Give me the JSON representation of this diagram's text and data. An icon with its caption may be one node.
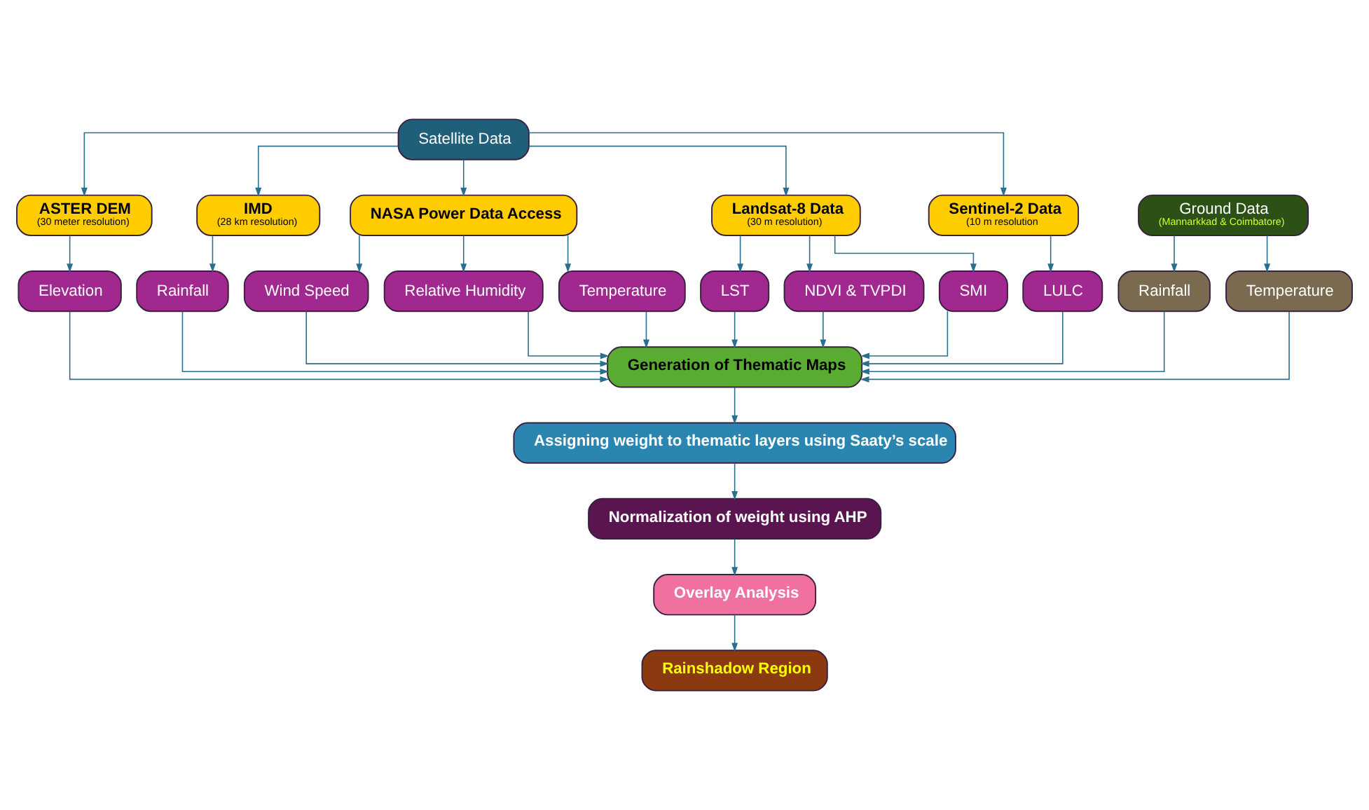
{
  "diagram": {
    "nodes": [
      {
        "text": [
          "Satellite Data"
        ]
      },
      {
        "text": [
          "Ground Data",
          "(Mannarkkad & Coimbatore)"
        ]
      },
      {
        "text": [
          "ASTER DEM",
          "(30 meter resolution)"
        ]
      },
      {
        "text": [
          "IMD",
          "(28 km resolution)"
        ]
      },
      {
        "text": [
          "NASA Power Data Access"
        ]
      },
      {
        "text": [
          "Landsat-8 Data",
          "(30 m resolution)"
        ]
      },
      {
        "text": [
          "Sentinel-2 Data",
          "(10 m resolution"
        ]
      },
      {
        "text": [
          "Rainfall"
        ]
      },
      {
        "text": [
          "Temperature"
        ]
      },
      {
        "text": [
          "Elevation"
        ]
      },
      {
        "text": [
          "Rainfall"
        ]
      },
      {
        "text": [
          "Wind Speed"
        ]
      },
      {
        "text": [
          "Relative Humidity"
        ]
      },
      {
        "text": [
          "Temperature"
        ]
      },
      {
        "text": [
          "LST"
        ]
      },
      {
        "text": [
          "NDVI & TVPDI"
        ]
      },
      {
        "text": [
          "SMI"
        ]
      },
      {
        "text": [
          "LULC"
        ]
      },
      {
        "text": [
          "Generation of Thematic Maps"
        ]
      },
      {
        "text": [
          "Assigning weight to thematic layers using Saaty’s scale"
        ]
      },
      {
        "text": [
          "Normalization of weight using AHP"
        ]
      },
      {
        "text": [
          "Overlay Analysis"
        ]
      },
      {
        "text": [
          "Rainshadow Region"
        ]
      }
    ],
    "edges": [
      {
        "from": 0,
        "to": 2,
        "arrow": "to"
      },
      {
        "from": 0,
        "to": 3,
        "arrow": "to"
      },
      {
        "from": 0,
        "to": 4,
        "arrow": "to"
      },
      {
        "from": 0,
        "to": 5,
        "arrow": "to"
      },
      {
        "from": 0,
        "to": 6,
        "arrow": "to"
      },
      {
        "from": 1,
        "to": 7,
        "arrow": "to"
      },
      {
        "from": 1,
        "to": 8,
        "arrow": "to"
      },
      {
        "from": 2,
        "to": 9,
        "arrow": "to"
      },
      {
        "from": 3,
        "to": 10,
        "arrow": "to"
      },
      {
        "from": 4,
        "to": 11,
        "arrow": "to"
      },
      {
        "from": 4,
        "to": 12,
        "arrow": "to"
      },
      {
        "from": 4,
        "to": 13,
        "arrow": "to"
      },
      {
        "from": 5,
        "to": 14,
        "arrow": "to"
      },
      {
        "from": 5,
        "to": 15,
        "arrow": "to"
      },
      {
        "from": 5,
        "to": 16,
        "arrow": "to"
      },
      {
        "from": 6,
        "to": 17,
        "arrow": "to"
      },
      {
        "from": 9,
        "to": 18,
        "arrow": "to"
      },
      {
        "from": 10,
        "to": 18,
        "arrow": "to"
      },
      {
        "from": 11,
        "to": 18,
        "arrow": "to"
      },
      {
        "from": 12,
        "to": 18,
        "arrow": "to"
      },
      {
        "from": 13,
        "to": 18,
        "arrow": "to"
      },
      {
        "from": 14,
        "to": 18,
        "arrow": "to"
      },
      {
        "from": 15,
        "to": 18,
        "arrow": "to"
      },
      {
        "from": 16,
        "to": 18,
        "arrow": "to"
      },
      {
        "from": 17,
        "to": 18,
        "arrow": "to"
      },
      {
        "from": 7,
        "to": 18,
        "arrow": "to"
      },
      {
        "from": 8,
        "to": 18,
        "arrow": "to"
      },
      {
        "from": 18,
        "to": 19,
        "arrow": "to"
      },
      {
        "from": 19,
        "to": 20,
        "arrow": "to"
      },
      {
        "from": 20,
        "to": 21,
        "arrow": "to"
      },
      {
        "from": 21,
        "to": 22,
        "arrow": "to"
      }
    ]
  }
}
